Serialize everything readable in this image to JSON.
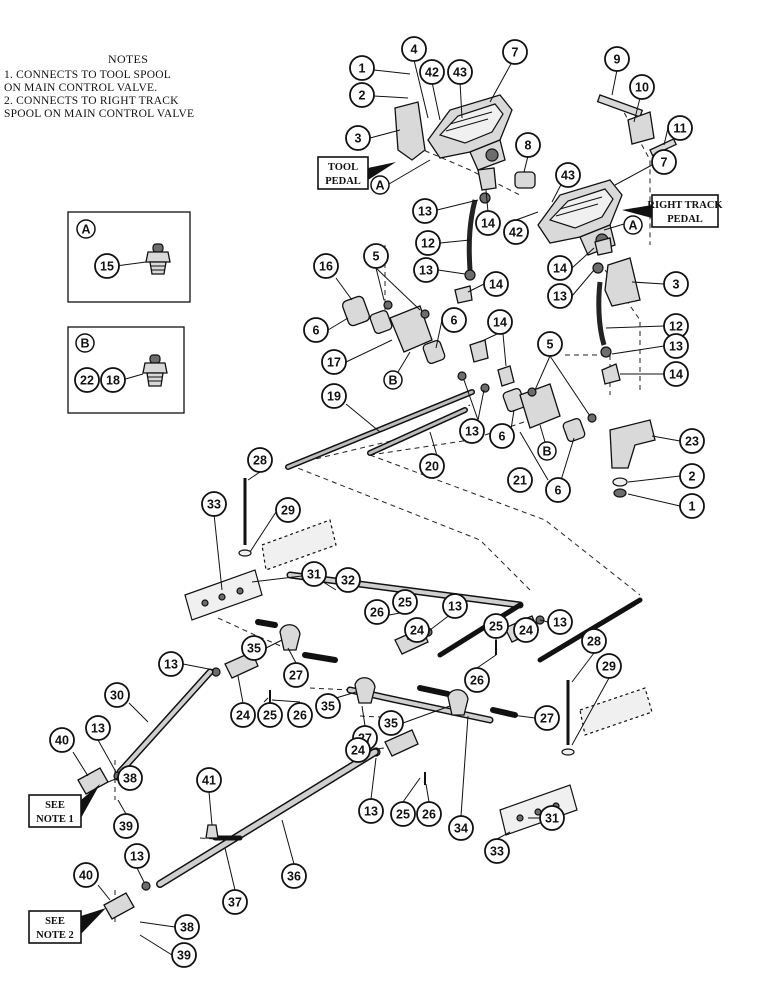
{
  "notes": {
    "title": "NOTES",
    "lines": [
      "1.  CONNECTS TO TOOL SPOOL",
      "     ON MAIN CONTROL VALVE.",
      "2.  CONNECTS TO RIGHT TRACK",
      "     SPOOL ON MAIN CONTROL VALVE"
    ]
  },
  "labels": {
    "tool_pedal": [
      "TOOL",
      "PEDAL"
    ],
    "right_track_pedal": [
      "RIGHT TRACK",
      "PEDAL"
    ],
    "see_note_1": [
      "SEE",
      "NOTE 1"
    ],
    "see_note_2": [
      "SEE",
      "NOTE 2"
    ]
  },
  "insets": {
    "a": {
      "letter": "A",
      "parts": [
        "15"
      ]
    },
    "b": {
      "letter": "B",
      "parts": [
        "22",
        "18"
      ]
    }
  },
  "view_markers": {
    "a1": "A",
    "a2": "A",
    "b1": "B",
    "b2": "B"
  },
  "callouts": {
    "c1a": "1",
    "c2a": "2",
    "c3a": "3",
    "c4": "4",
    "c42a": "42",
    "c43a": "43",
    "c7a": "7",
    "c9": "9",
    "c10": "10",
    "c11": "11",
    "c8": "8",
    "c7b": "7",
    "c43b": "43",
    "c42b": "42",
    "c13a": "13",
    "c14a": "14",
    "c12a": "12",
    "c13b": "13",
    "c14b": "14",
    "c14c": "14",
    "c13c": "13",
    "c3b": "3",
    "c12b": "12",
    "c13d": "13",
    "c14d": "14",
    "c16": "16",
    "c5a": "5",
    "c6a": "6",
    "c17": "17",
    "c6b": "6",
    "c14e": "14",
    "c19": "19",
    "c13e": "13",
    "c20": "20",
    "c5b": "5",
    "c6c": "6",
    "c21": "21",
    "c6d": "6",
    "c23": "23",
    "c2b": "2",
    "c1b": "1",
    "c28a": "28",
    "c29a": "29",
    "c33a": "33",
    "c31a": "31",
    "c32": "32",
    "c26a": "26",
    "c25a": "25",
    "c13f": "13",
    "c24a": "24",
    "c25b": "25",
    "c24b": "24",
    "c13g": "13",
    "c35a": "35",
    "c27a": "27",
    "c26b": "26",
    "c13h": "13",
    "c30": "30",
    "c24c": "24",
    "c25c": "25",
    "c26c": "26",
    "c35b": "35",
    "c27b": "27",
    "c35c": "35",
    "c27c": "27",
    "c28b": "28",
    "c29b": "29",
    "c40a": "40",
    "c13i": "13",
    "c38a": "38",
    "c39a": "39",
    "c24d": "24",
    "c13j": "13",
    "c25d": "25",
    "c26d": "26",
    "c34": "34",
    "c31b": "31",
    "c33b": "33",
    "c41": "41",
    "c13k": "13",
    "c36": "36",
    "c37": "37",
    "c40b": "40",
    "c38b": "38",
    "c39b": "39",
    "c15": "15",
    "c22": "22",
    "c18": "18"
  }
}
